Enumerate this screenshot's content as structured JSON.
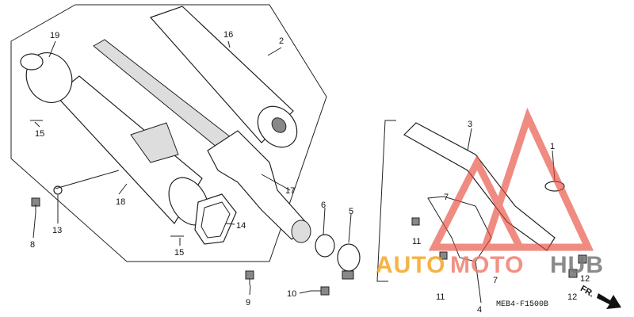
{
  "diagram": {
    "callouts": [
      "1",
      "2",
      "3",
      "4",
      "5",
      "6",
      "7",
      "7",
      "8",
      "9",
      "10",
      "11",
      "11",
      "12",
      "12",
      "13",
      "14",
      "15",
      "15",
      "16",
      "17",
      "18",
      "19"
    ],
    "fr_label": "FR.",
    "part_code": "MEB4-F1500B"
  },
  "watermark": {
    "text_auto": "AUTO",
    "text_moto": "MOTO",
    "text_hub": "HUB",
    "colors": {
      "auto": "#f5a623",
      "moto": "#f08070",
      "hub": "#777777",
      "triangle": "#e84a3c"
    }
  }
}
